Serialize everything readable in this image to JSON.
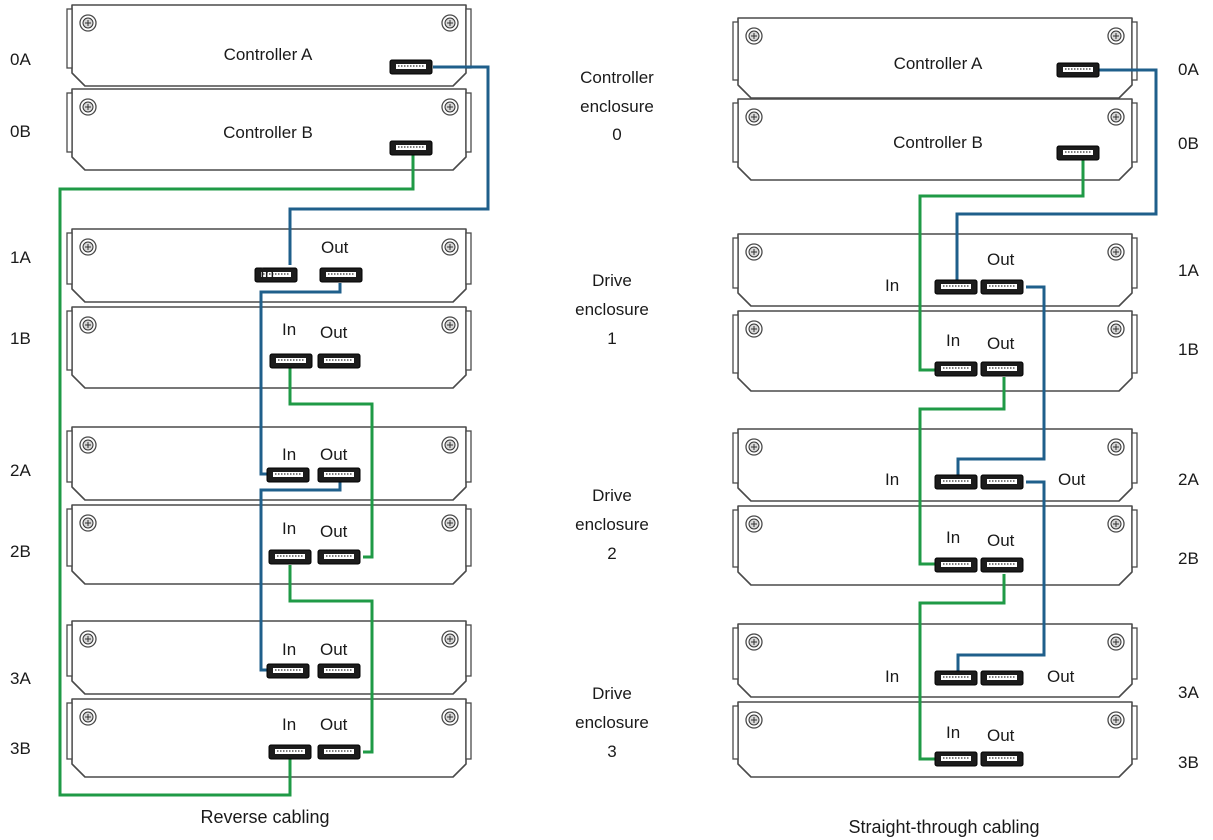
{
  "colors": {
    "background": "#ffffff",
    "panel_stroke": "#4a4a4a",
    "panel_fill": "#ffffff",
    "port_fill": "#1c1c1c",
    "cable_blue": "#1f5f8b",
    "cable_green": "#1f9a46"
  },
  "reverse": {
    "caption": "Reverse cabling",
    "controllers": [
      {
        "id": "0A",
        "label": "Controller A"
      },
      {
        "id": "0B",
        "label": "Controller B"
      }
    ],
    "drive_modules": [
      {
        "id": "1A",
        "in": "In",
        "out": "Out"
      },
      {
        "id": "1B",
        "in": "In",
        "out": "Out"
      },
      {
        "id": "2A",
        "in": "In",
        "out": "Out"
      },
      {
        "id": "2B",
        "in": "In",
        "out": "Out"
      },
      {
        "id": "3A",
        "in": "In",
        "out": "Out"
      },
      {
        "id": "3B",
        "in": "In",
        "out": "Out"
      }
    ]
  },
  "straight": {
    "caption": "Straight-through cabling",
    "controllers": [
      {
        "id": "0A",
        "label": "Controller A"
      },
      {
        "id": "0B",
        "label": "Controller B"
      }
    ],
    "drive_modules": [
      {
        "id": "1A",
        "in": "In",
        "out": "Out"
      },
      {
        "id": "1B",
        "in": "In",
        "out": "Out"
      },
      {
        "id": "2A",
        "in": "In",
        "out": "Out"
      },
      {
        "id": "2B",
        "in": "In",
        "out": "Out"
      },
      {
        "id": "3A",
        "in": "In",
        "out": "Out"
      },
      {
        "id": "3B",
        "in": "In",
        "out": "Out"
      }
    ]
  },
  "enclosures": [
    {
      "line1": "Controller",
      "line2": "enclosure",
      "line3": "0"
    },
    {
      "line1": "Drive",
      "line2": "enclosure",
      "line3": "1"
    },
    {
      "line1": "Drive",
      "line2": "enclosure",
      "line3": "2"
    },
    {
      "line1": "Drive",
      "line2": "enclosure",
      "line3": "3"
    }
  ]
}
